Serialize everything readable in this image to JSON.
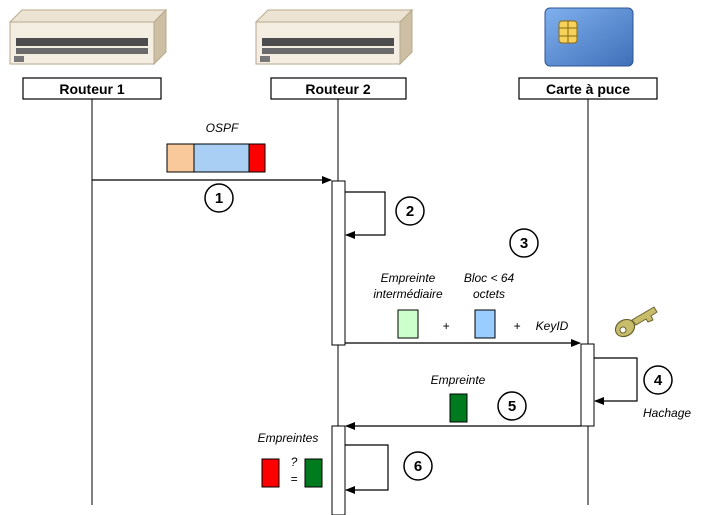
{
  "headers": {
    "router1": "Routeur 1",
    "router2": "Routeur 2",
    "smartcard": "Carte à puce"
  },
  "labels": {
    "ospf": "OSPF",
    "intermediate_line1": "Empreinte",
    "intermediate_line2": "intermédiaire",
    "block_line1": "Bloc < 64",
    "block_line2": "octets",
    "plus": "+",
    "keyid": "KeyID",
    "fingerprint": "Empreinte",
    "hashing": "Hachage",
    "fingerprints": "Empreintes",
    "compare_q": "?",
    "compare_eq": "="
  },
  "steps": [
    "1",
    "2",
    "3",
    "4",
    "5",
    "6"
  ],
  "colors": {
    "packet_header": "#f9c89b",
    "packet_body": "#a9cff5",
    "packet_trailer": "#ff0000",
    "intermediate_hash": "#ccffcc",
    "block": "#99ccff",
    "fingerprint": "#007a1f",
    "received_fingerprint": "#ff0000",
    "key": "#c8bd6a",
    "card": "#5c8ed6"
  },
  "icons": {
    "router": "router-icon",
    "smartcard": "smartcard-icon",
    "key": "key-icon"
  }
}
